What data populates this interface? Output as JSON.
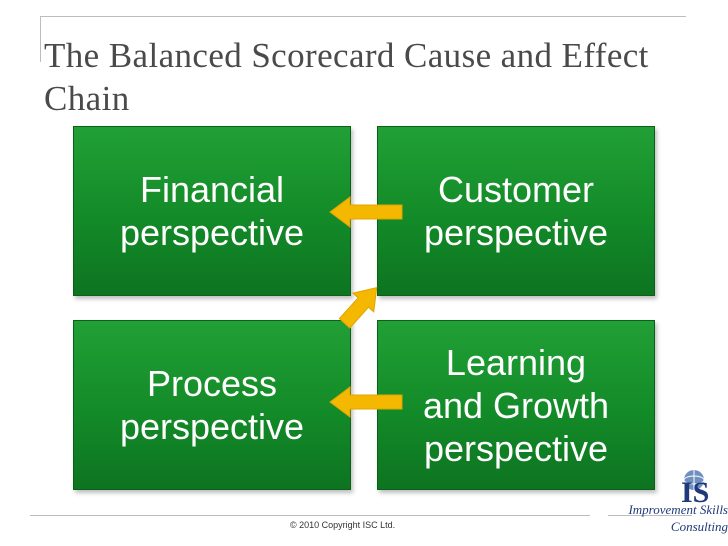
{
  "title": "The Balanced Scorecard Cause and Effect Chain",
  "boxes": {
    "financial": "Financial\nperspective",
    "customer": "Customer\nperspective",
    "process": "Process\nperspective",
    "learning": "Learning\nand Growth\nperspective"
  },
  "footer": {
    "copyright": "© 2010 Copyright ISC Ltd."
  },
  "logo": {
    "mark": "IS",
    "line1": "Improvement Skills",
    "line2": "Consulting"
  },
  "colors": {
    "box": "#138a28",
    "arrow": "#f5b800",
    "title": "#4a4a4a",
    "logo": "#1f3a7a"
  }
}
